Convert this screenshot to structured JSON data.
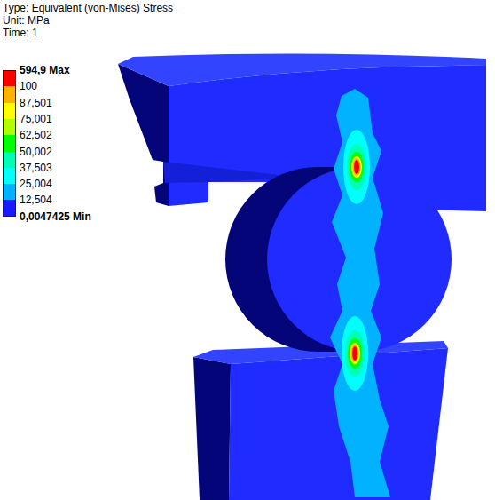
{
  "diagram": {
    "labels": [
      "Type: Equivalent (von-Mises) Stress",
      "Unit: MPa",
      "Time: 1"
    ],
    "legend": [
      {
        "text": "594,9 Max",
        "color": "#ff0000"
      },
      {
        "text": "100",
        "color": "#ffb200"
      },
      {
        "text": "87,501",
        "color": "#ffff00"
      },
      {
        "text": "75,001",
        "color": "#b2ff00"
      },
      {
        "text": "62,502",
        "color": "#00ff00"
      },
      {
        "text": "50,002",
        "color": "#00ffb2"
      },
      {
        "text": "37,503",
        "color": "#00ffff"
      },
      {
        "text": "25,004",
        "color": "#00b2ff"
      },
      {
        "text": "12,504",
        "color": "#1a1aff"
      },
      {
        "text": "0,0047425 Min"
      }
    ]
  }
}
